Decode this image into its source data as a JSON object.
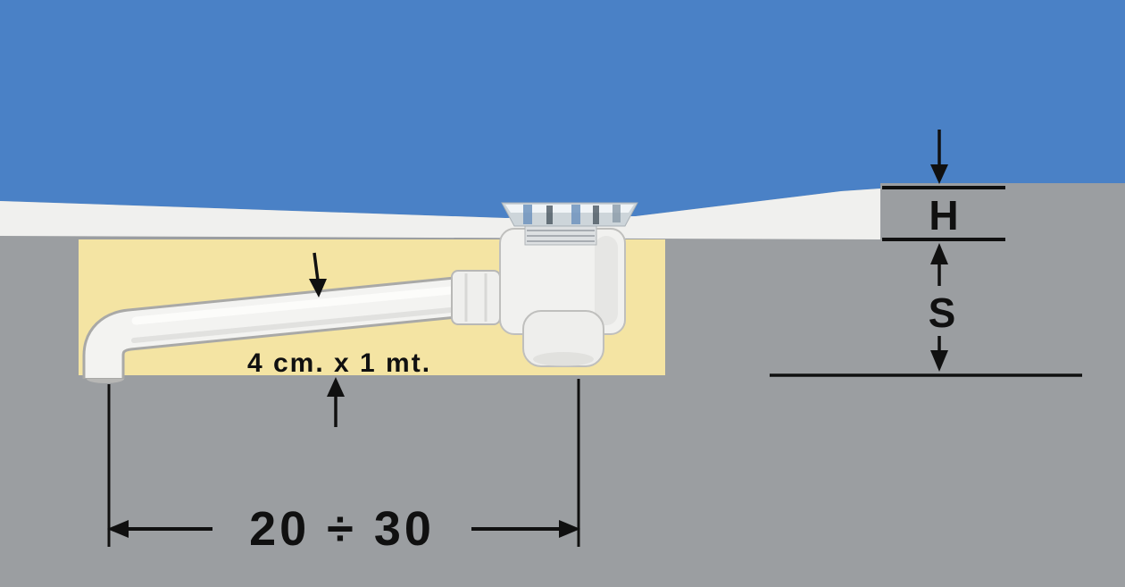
{
  "diagram": {
    "description": "Cross-section installation diagram of a shower tray drain siphon recessed into the floor",
    "annotations": {
      "pipe_size": "4 cm. x 1 mt.",
      "recess_width_range": "20 ÷ 30",
      "tray_height_label": "H",
      "slab_depth_label": "S"
    },
    "colors": {
      "water": "#4a81c6",
      "floor": "#9b9ea1",
      "recess": "#f4e4a3",
      "tray": "#f0f0ee",
      "lines": "#101010"
    }
  }
}
